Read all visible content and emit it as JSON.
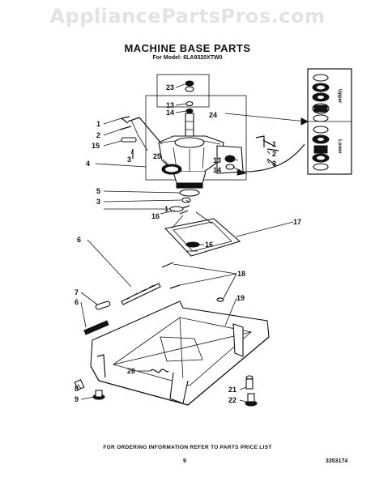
{
  "watermark": "AppliancePartsPros.com",
  "title": "MACHINE BASE PARTS",
  "model_line": "For Model: 6LA9320XTW0",
  "footer_note": "FOR ORDERING INFORMATION REFER TO PARTS PRICE LIST",
  "page_number": "9",
  "document_number": "3353174",
  "inset_labels": {
    "upper": "Upper",
    "lower": "Lower"
  },
  "callouts": [
    {
      "id": "c23",
      "text": "23"
    },
    {
      "id": "c13a",
      "text": "13"
    },
    {
      "id": "c14a",
      "text": "14"
    },
    {
      "id": "c1a",
      "text": "1"
    },
    {
      "id": "c2a",
      "text": "2"
    },
    {
      "id": "c15",
      "text": "15"
    },
    {
      "id": "c3a",
      "text": "3"
    },
    {
      "id": "c24",
      "text": "24"
    },
    {
      "id": "c25",
      "text": "25"
    },
    {
      "id": "c4",
      "text": "4"
    },
    {
      "id": "c13b",
      "text": "13"
    },
    {
      "id": "c14b",
      "text": "14"
    },
    {
      "id": "c1b",
      "text": "1"
    },
    {
      "id": "c2b",
      "text": "2"
    },
    {
      "id": "c3b",
      "text": "3"
    },
    {
      "id": "c5",
      "text": "5"
    },
    {
      "id": "c3c",
      "text": "3"
    },
    {
      "id": "c1c",
      "text": "1"
    },
    {
      "id": "c16a",
      "text": "16"
    },
    {
      "id": "c17",
      "text": "17"
    },
    {
      "id": "c16b",
      "text": "16"
    },
    {
      "id": "c6a",
      "text": "6"
    },
    {
      "id": "c18",
      "text": "18"
    },
    {
      "id": "c7",
      "text": "7"
    },
    {
      "id": "c6b",
      "text": "6"
    },
    {
      "id": "c19",
      "text": "19"
    },
    {
      "id": "c26",
      "text": "26"
    },
    {
      "id": "c8",
      "text": "8"
    },
    {
      "id": "c9",
      "text": "9"
    },
    {
      "id": "c21",
      "text": "21"
    },
    {
      "id": "c22",
      "text": "22"
    }
  ]
}
